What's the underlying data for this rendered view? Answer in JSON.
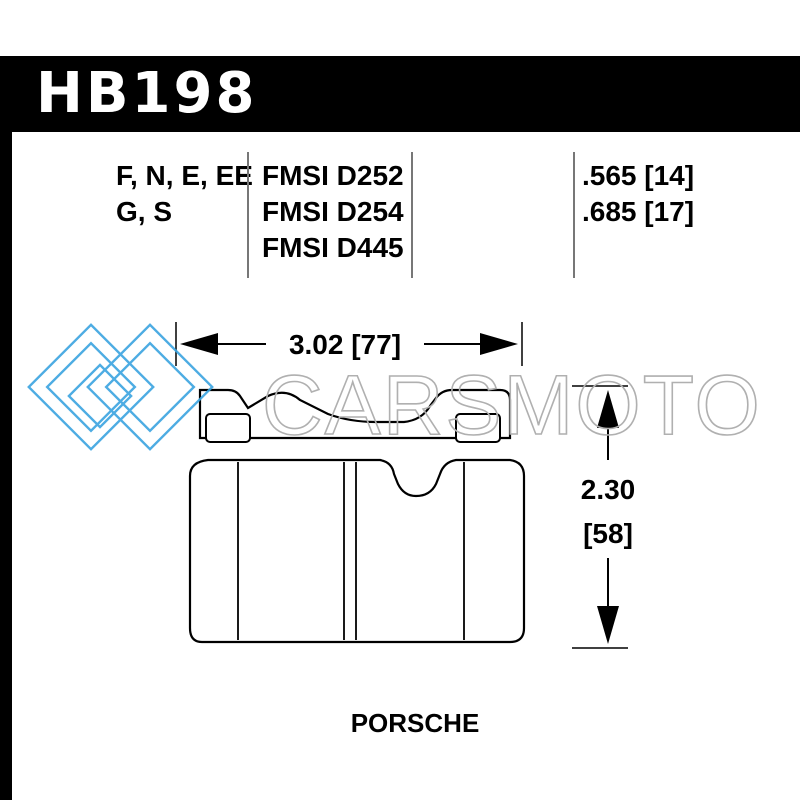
{
  "header": {
    "part_number": "HB198"
  },
  "specs": {
    "compounds": [
      "F, N, E, EE",
      "G, S"
    ],
    "fmsi": [
      "FMSI D252",
      "FMSI D254",
      "FMSI D445"
    ],
    "thickness": [
      ".565 [14]",
      ".685 [17]"
    ]
  },
  "dimensions": {
    "width_label": "3.02 [77]",
    "height_label_in": "2.30",
    "height_label_mm": "[58]"
  },
  "vehicle": "PORSCHE",
  "watermark": {
    "text": "CARSMOTO",
    "logo_icon": "interlocked-squares-logo-icon",
    "color": "#3aa4e0"
  }
}
